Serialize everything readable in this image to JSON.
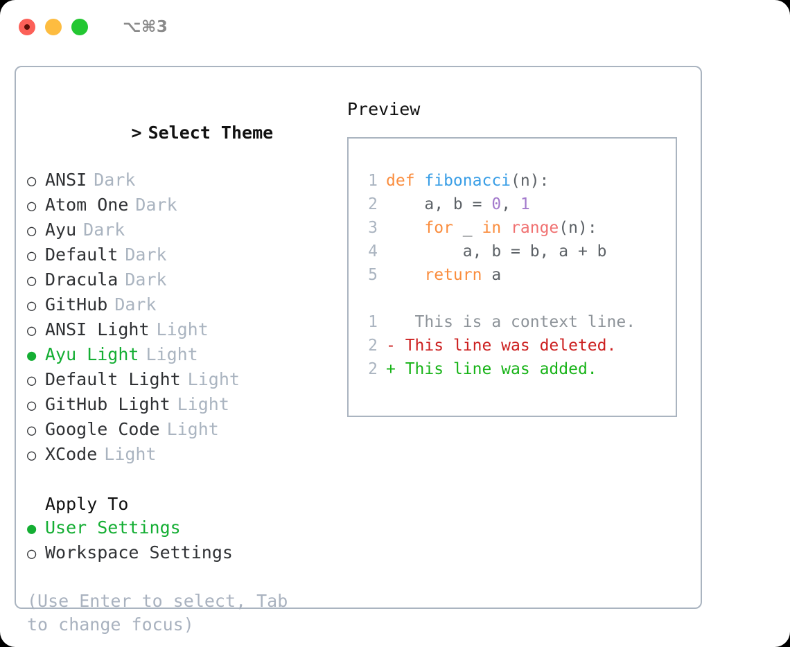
{
  "titlebar": {
    "lights": [
      {
        "name": "close-button",
        "color": "#fc6058"
      },
      {
        "name": "minimize-button",
        "color": "#fdbc40"
      },
      {
        "name": "maximize-button",
        "color": "#23c732"
      }
    ],
    "shortcut": "⌥⌘3"
  },
  "theme_picker": {
    "caret": ">",
    "title": "Select Theme",
    "bullet_selected": "●",
    "bullet_unselected": "○",
    "items": [
      {
        "label": "ANSI",
        "tag": "Dark",
        "selected": false
      },
      {
        "label": "Atom One",
        "tag": "Dark",
        "selected": false
      },
      {
        "label": "Ayu",
        "tag": "Dark",
        "selected": false
      },
      {
        "label": "Default",
        "tag": "Dark",
        "selected": false
      },
      {
        "label": "Dracula",
        "tag": "Dark",
        "selected": false
      },
      {
        "label": "GitHub",
        "tag": "Dark",
        "selected": false
      },
      {
        "label": "ANSI Light",
        "tag": "Light",
        "selected": false
      },
      {
        "label": "Ayu Light",
        "tag": "Light",
        "selected": true
      },
      {
        "label": "Default Light",
        "tag": "Light",
        "selected": false
      },
      {
        "label": "GitHub Light",
        "tag": "Light",
        "selected": false
      },
      {
        "label": "Google Code",
        "tag": "Light",
        "selected": false
      },
      {
        "label": "XCode",
        "tag": "Light",
        "selected": false
      }
    ]
  },
  "apply_to": {
    "title": "Apply To",
    "items": [
      {
        "label": "User Settings",
        "selected": true
      },
      {
        "label": "Workspace Settings",
        "selected": false
      }
    ]
  },
  "hint": "(Use Enter to select, Tab to change focus)",
  "preview": {
    "title": "Preview",
    "code_lines": [
      {
        "num": "1",
        "tokens": [
          {
            "t": "def ",
            "c": "kw"
          },
          {
            "t": "fibonacci",
            "c": "fn"
          },
          {
            "t": "(n):",
            "c": "pn"
          }
        ]
      },
      {
        "num": "2",
        "tokens": [
          {
            "t": "    a, b = ",
            "c": "pn"
          },
          {
            "t": "0",
            "c": "num"
          },
          {
            "t": ", ",
            "c": "pn"
          },
          {
            "t": "1",
            "c": "num"
          }
        ]
      },
      {
        "num": "3",
        "tokens": [
          {
            "t": "    ",
            "c": "pn"
          },
          {
            "t": "for",
            "c": "kw"
          },
          {
            "t": " _ ",
            "c": "pn"
          },
          {
            "t": "in",
            "c": "kw"
          },
          {
            "t": " ",
            "c": "pn"
          },
          {
            "t": "range",
            "c": "bif"
          },
          {
            "t": "(n):",
            "c": "pn"
          }
        ]
      },
      {
        "num": "4",
        "tokens": [
          {
            "t": "        a, b = b, a + b",
            "c": "pn"
          }
        ]
      },
      {
        "num": "5",
        "tokens": [
          {
            "t": "    ",
            "c": "pn"
          },
          {
            "t": "return",
            "c": "kw"
          },
          {
            "t": " a",
            "c": "pn"
          }
        ]
      }
    ],
    "diff_lines": [
      {
        "num": "1",
        "marker": " ",
        "text": "  This is a context line.",
        "kind": "diff-ctx"
      },
      {
        "num": "2",
        "marker": "-",
        "text": " This line was deleted.",
        "kind": "diff-del"
      },
      {
        "num": "2",
        "marker": "+",
        "text": " This line was added.",
        "kind": "diff-add"
      }
    ]
  },
  "colors": {
    "accent_green": "#14ae33",
    "border": "#aab4c0",
    "muted": "#aab4c0",
    "keyword": "#fa8d3e",
    "function": "#399ee6",
    "builtin": "#f07171",
    "number": "#a37acc",
    "diff_added": "#17b317",
    "diff_deleted": "#cc1f1f"
  }
}
